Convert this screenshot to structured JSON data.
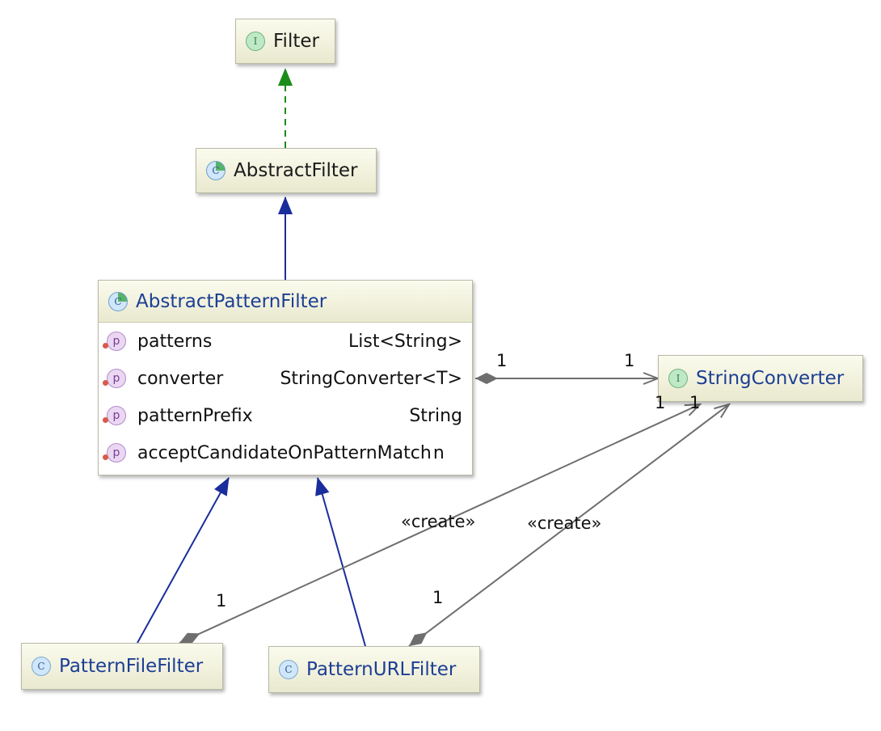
{
  "nodes": {
    "filter": {
      "kind": "I",
      "name": "Filter"
    },
    "abstract_filter": {
      "kind": "C",
      "name": "AbstractFilter"
    },
    "abstract_pattern_filter": {
      "kind": "C",
      "name": "AbstractPatternFilter",
      "fields": [
        {
          "icon": "p",
          "name": "patterns",
          "type": "List<String>"
        },
        {
          "icon": "p",
          "name": "converter",
          "type": "StringConverter<T>"
        },
        {
          "icon": "p",
          "name": "patternPrefix",
          "type": "String"
        },
        {
          "icon": "p",
          "name": "acceptCandidateOnPatternMatch",
          "type": "n"
        }
      ]
    },
    "string_converter": {
      "kind": "I",
      "name": "StringConverter"
    },
    "pattern_file_filter": {
      "kind": "C",
      "name": "PatternFileFilter"
    },
    "pattern_url_filter": {
      "kind": "C",
      "name": "PatternURLFilter"
    }
  },
  "labels": {
    "converter_source_mult": "1",
    "converter_target_mult": "1",
    "create_label": "«create»",
    "file_create_target_mult": "1",
    "url_create_target_mult": "1",
    "file_create_source_mult": "1",
    "url_create_source_mult": "1"
  },
  "colors": {
    "realization": "#1a8c1a",
    "generalization": "#1a2d9c",
    "dependency": "#6e6e6e"
  }
}
